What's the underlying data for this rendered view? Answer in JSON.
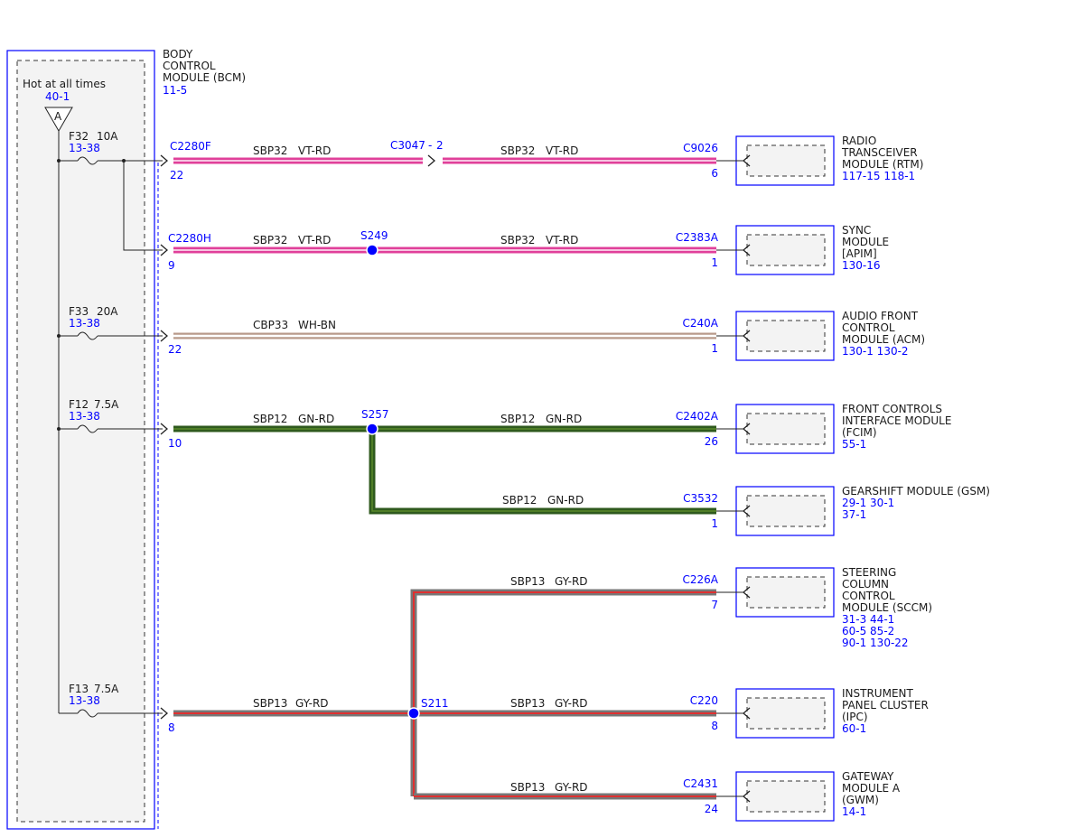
{
  "colors": {
    "blue": "#0000ff",
    "vt_rd": "#e0409a",
    "wh_bn": "#b89a8a",
    "gn_rd": "#2f5a1e",
    "gy_rd": "#e03030",
    "gray_fill": "#f3f3f3"
  },
  "bcm": {
    "name_lines": [
      "BODY",
      "CONTROL",
      "MODULE (BCM)"
    ],
    "ref": "11-5",
    "hot_label": "Hot at all times",
    "hot_ref": "40-1",
    "marker": "A"
  },
  "fuses": [
    {
      "id": "F32",
      "rating": "10A",
      "ref": "13-38"
    },
    {
      "id": "F33",
      "rating": "20A",
      "ref": "13-38"
    },
    {
      "id": "F12",
      "rating": "7.5A",
      "ref": "13-38"
    },
    {
      "id": "F13",
      "rating": "7.5A",
      "ref": "13-38"
    }
  ],
  "bcm_connectors": [
    {
      "name": "C2280F",
      "pin": "22"
    },
    {
      "name": "C2280H",
      "pin": "9"
    },
    {
      "name": "",
      "pin": "22"
    },
    {
      "name": "",
      "pin": "10"
    },
    {
      "name": "",
      "pin": "8"
    }
  ],
  "inline_connector": {
    "name": "C3047",
    "pin": "2",
    "sep": "-"
  },
  "splices": [
    "S249",
    "S257",
    "S211"
  ],
  "circuits": [
    {
      "circuit": "SBP32",
      "color": "VT-RD"
    },
    {
      "circuit": "SBP32",
      "color": "VT-RD"
    },
    {
      "circuit": "SBP32",
      "color": "VT-RD"
    },
    {
      "circuit": "SBP32",
      "color": "VT-RD"
    },
    {
      "circuit": "CBP33",
      "color": "WH-BN"
    },
    {
      "circuit": "SBP12",
      "color": "GN-RD"
    },
    {
      "circuit": "SBP12",
      "color": "GN-RD"
    },
    {
      "circuit": "SBP12",
      "color": "GN-RD"
    },
    {
      "circuit": "SBP13",
      "color": "GY-RD"
    },
    {
      "circuit": "SBP13",
      "color": "GY-RD"
    },
    {
      "circuit": "SBP13",
      "color": "GY-RD"
    },
    {
      "circuit": "SBP13",
      "color": "GY-RD"
    }
  ],
  "modules": [
    {
      "connector": "C9026",
      "pin": "6",
      "name_lines": [
        "RADIO",
        "TRANSCEIVER",
        "MODULE (RTM)"
      ],
      "refs": [
        "117-15   118-1"
      ]
    },
    {
      "connector": "C2383A",
      "pin": "1",
      "name_lines": [
        "SYNC",
        "MODULE",
        "[APIM]"
      ],
      "refs": [
        "130-16"
      ]
    },
    {
      "connector": "C240A",
      "pin": "1",
      "name_lines": [
        "AUDIO FRONT",
        "CONTROL",
        "MODULE (ACM)"
      ],
      "refs": [
        "130-1   130-2"
      ]
    },
    {
      "connector": "C2402A",
      "pin": "26",
      "name_lines": [
        "FRONT CONTROLS",
        "INTERFACE MODULE",
        "(FCIM)"
      ],
      "refs": [
        "55-1"
      ]
    },
    {
      "connector": "C3532",
      "pin": "1",
      "name_lines": [
        "GEARSHIFT MODULE (GSM)"
      ],
      "refs": [
        "29-1     30-1",
        "37-1"
      ]
    },
    {
      "connector": "C226A",
      "pin": "7",
      "name_lines": [
        "STEERING",
        "COLUMN",
        "CONTROL",
        "MODULE (SCCM)"
      ],
      "refs": [
        "31-3     44-1",
        "60-5     85-2",
        "90-1     130-22"
      ]
    },
    {
      "connector": "C220",
      "pin": "8",
      "name_lines": [
        "INSTRUMENT",
        "PANEL CLUSTER",
        "(IPC)"
      ],
      "refs": [
        "60-1"
      ]
    },
    {
      "connector": "C2431",
      "pin": "24",
      "name_lines": [
        "GATEWAY",
        "MODULE A",
        "(GWM)"
      ],
      "refs": [
        "14-1"
      ]
    }
  ]
}
